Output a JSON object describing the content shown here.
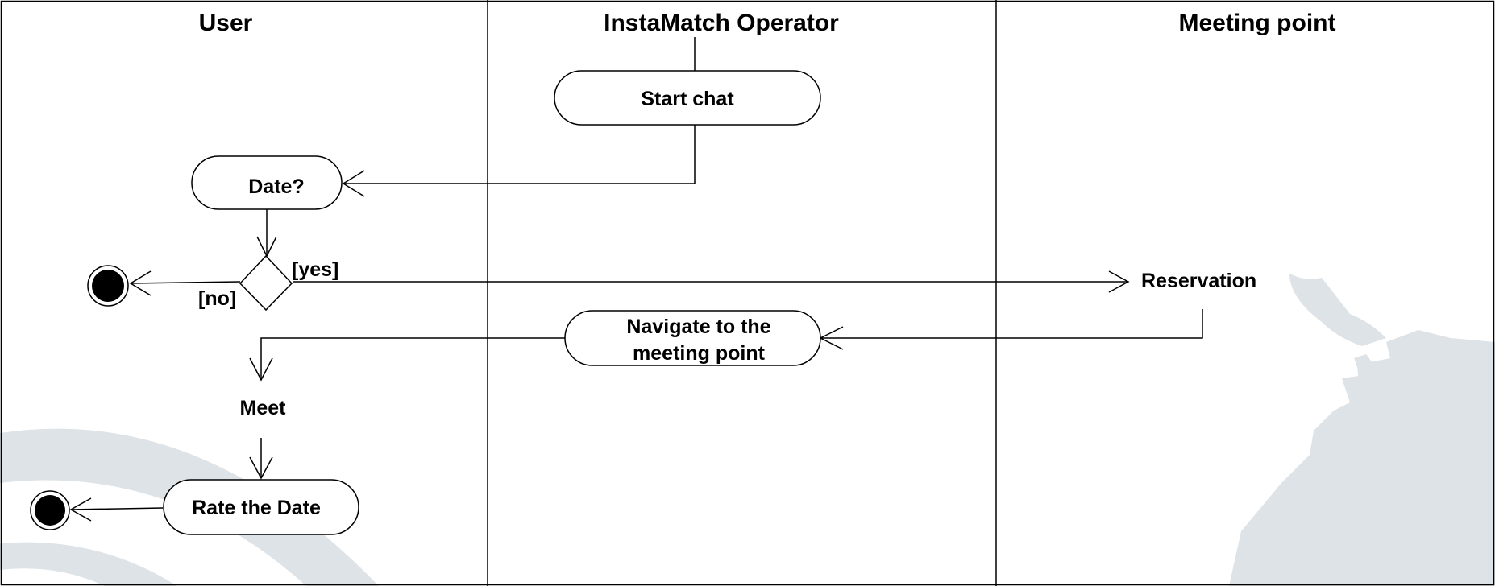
{
  "colors": {
    "background": "#ffffff",
    "stroke": "#000000",
    "watermark": "#dde3e6"
  },
  "lanes": [
    {
      "title": "User"
    },
    {
      "title": "InstaMatch Operator"
    },
    {
      "title": "Meeting point"
    }
  ],
  "nodes": {
    "start_chat": "Start chat",
    "date_question": "Date?",
    "reservation": "Reservation",
    "navigate_line1": "Navigate to the",
    "navigate_line2": "meeting point",
    "meet": "Meet",
    "rate_date": "Rate the Date"
  },
  "guards": {
    "yes": "[yes]",
    "no": "[no]"
  }
}
